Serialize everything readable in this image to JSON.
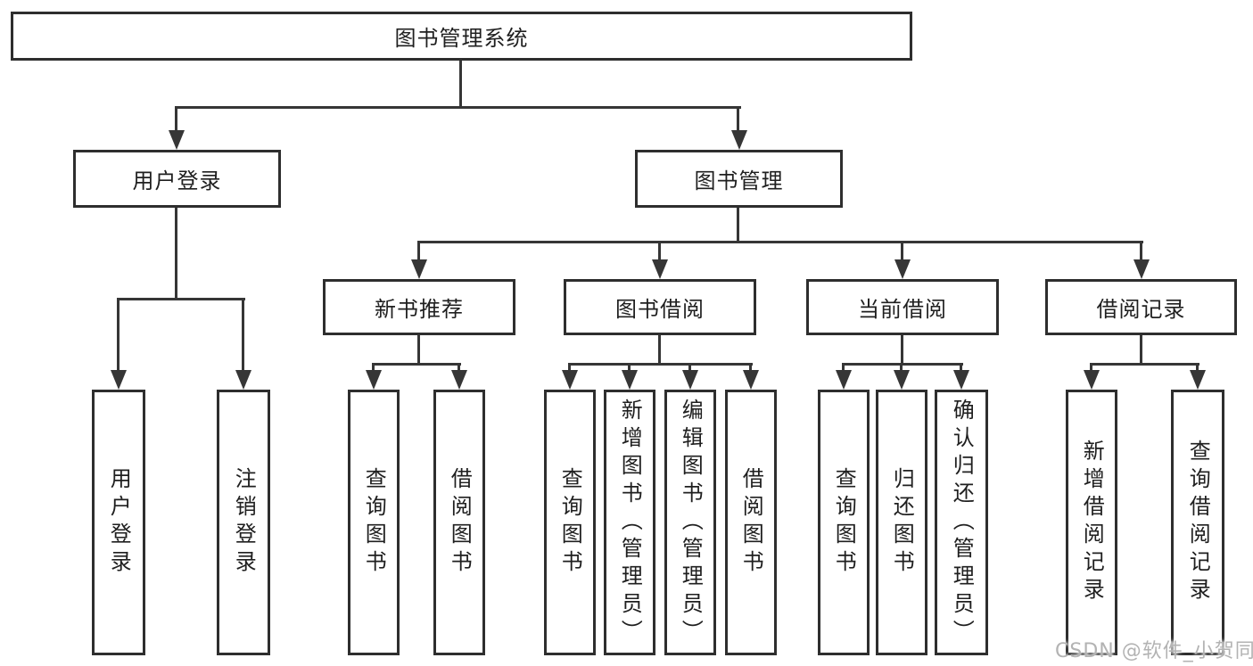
{
  "watermark": "CSDN @软件_小贺同学",
  "tree": {
    "root": "图书管理系统",
    "login": {
      "label": "用户登录",
      "children": [
        "用户登录",
        "注销登录"
      ]
    },
    "management": {
      "label": "图书管理",
      "groups": [
        {
          "label": "新书推荐",
          "children": [
            "查询图书",
            "借阅图书"
          ]
        },
        {
          "label": "图书借阅",
          "children": [
            "查询图书",
            "新增图书（管理员）",
            "编辑图书（管理员）",
            "借阅图书"
          ]
        },
        {
          "label": "当前借阅",
          "children": [
            "查询图书",
            "归还图书",
            "确认归还（管理员）"
          ]
        },
        {
          "label": "借阅记录",
          "children": [
            "新增借阅记录",
            "查询借阅记录"
          ]
        }
      ]
    }
  }
}
